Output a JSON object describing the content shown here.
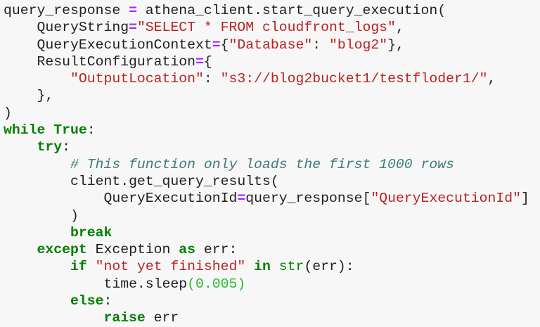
{
  "code": {
    "language": "python",
    "lines": [
      {
        "indent": "",
        "tokens": [
          {
            "t": "tx",
            "v": "query_response "
          },
          {
            "t": "op",
            "v": "="
          },
          {
            "t": "tx",
            "v": " athena_client.start_query_execution("
          }
        ]
      },
      {
        "indent": "    ",
        "tokens": [
          {
            "t": "tx",
            "v": "QueryString"
          },
          {
            "t": "op",
            "v": "="
          },
          {
            "t": "str",
            "v": "\"SELECT * FROM cloudfront_logs\""
          },
          {
            "t": "tx",
            "v": ","
          }
        ]
      },
      {
        "indent": "    ",
        "tokens": [
          {
            "t": "tx",
            "v": "QueryExecutionContext"
          },
          {
            "t": "op",
            "v": "="
          },
          {
            "t": "tx",
            "v": "{"
          },
          {
            "t": "str",
            "v": "\"Database\""
          },
          {
            "t": "tx",
            "v": ": "
          },
          {
            "t": "str",
            "v": "\"blog2\""
          },
          {
            "t": "tx",
            "v": "},"
          }
        ]
      },
      {
        "indent": "    ",
        "tokens": [
          {
            "t": "tx",
            "v": "ResultConfiguration"
          },
          {
            "t": "op",
            "v": "="
          },
          {
            "t": "tx",
            "v": "{"
          }
        ]
      },
      {
        "indent": "        ",
        "tokens": [
          {
            "t": "str",
            "v": "\"OutputLocation\""
          },
          {
            "t": "tx",
            "v": ": "
          },
          {
            "t": "str",
            "v": "\"s3://blog2bucket1/testfloder1/\""
          },
          {
            "t": "tx",
            "v": ","
          }
        ]
      },
      {
        "indent": "    ",
        "tokens": [
          {
            "t": "tx",
            "v": "},"
          }
        ]
      },
      {
        "indent": "",
        "tokens": [
          {
            "t": "tx",
            "v": ")"
          }
        ]
      },
      {
        "indent": "",
        "tokens": [
          {
            "t": "kw",
            "v": "while"
          },
          {
            "t": "tx",
            "v": " "
          },
          {
            "t": "kw",
            "v": "True"
          },
          {
            "t": "tx",
            "v": ":"
          }
        ]
      },
      {
        "indent": "    ",
        "tokens": [
          {
            "t": "kw",
            "v": "try"
          },
          {
            "t": "tx",
            "v": ":"
          }
        ]
      },
      {
        "indent": "        ",
        "tokens": [
          {
            "t": "cm",
            "v": "# This function only loads the first 1000 rows"
          }
        ]
      },
      {
        "indent": "        ",
        "tokens": [
          {
            "t": "tx",
            "v": "client.get_query_results("
          }
        ]
      },
      {
        "indent": "            ",
        "tokens": [
          {
            "t": "tx",
            "v": "QueryExecutionId"
          },
          {
            "t": "op",
            "v": "="
          },
          {
            "t": "tx",
            "v": "query_response["
          },
          {
            "t": "str",
            "v": "\"QueryExecutionId\""
          },
          {
            "t": "tx",
            "v": "]"
          }
        ]
      },
      {
        "indent": "        ",
        "tokens": [
          {
            "t": "tx",
            "v": ")"
          }
        ]
      },
      {
        "indent": "        ",
        "tokens": [
          {
            "t": "kw",
            "v": "break"
          }
        ]
      },
      {
        "indent": "    ",
        "tokens": [
          {
            "t": "kw",
            "v": "except"
          },
          {
            "t": "tx",
            "v": " Exception "
          },
          {
            "t": "kw",
            "v": "as"
          },
          {
            "t": "tx",
            "v": " err:"
          }
        ]
      },
      {
        "indent": "        ",
        "tokens": [
          {
            "t": "kw",
            "v": "if"
          },
          {
            "t": "tx",
            "v": " "
          },
          {
            "t": "str",
            "v": "\"not yet finished\""
          },
          {
            "t": "tx",
            "v": " "
          },
          {
            "t": "kw",
            "v": "in"
          },
          {
            "t": "tx",
            "v": " "
          },
          {
            "t": "bi",
            "v": "str"
          },
          {
            "t": "tx",
            "v": "(err):"
          }
        ]
      },
      {
        "indent": "            ",
        "tokens": [
          {
            "t": "tx",
            "v": "time.sleep"
          },
          {
            "t": "num",
            "v": "(0.005)"
          }
        ]
      },
      {
        "indent": "        ",
        "tokens": [
          {
            "t": "kw",
            "v": "else"
          },
          {
            "t": "tx",
            "v": ":"
          }
        ]
      },
      {
        "indent": "            ",
        "tokens": [
          {
            "t": "kw",
            "v": "raise"
          },
          {
            "t": "tx",
            "v": " err"
          }
        ]
      }
    ]
  },
  "colors": {
    "background": "#f7f7f7",
    "text": "#1f1f1f",
    "keyword": "#008000",
    "string": "#ba2121",
    "operator": "#aa22ff",
    "number": "#2db82d",
    "comment": "#3d7b7b"
  }
}
